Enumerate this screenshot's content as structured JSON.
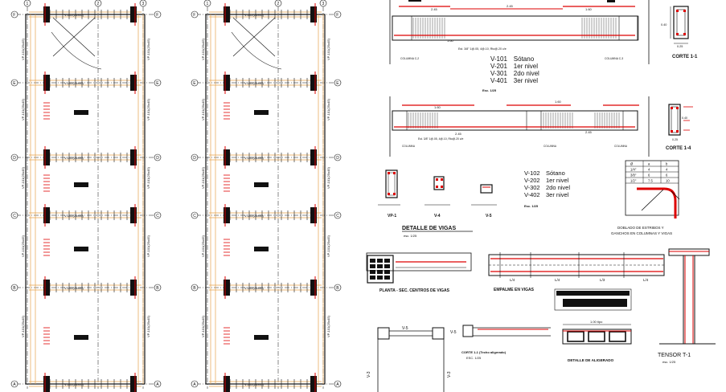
{
  "plan1": {
    "grid_cols": [
      "1",
      "2",
      "3"
    ],
    "grid_rows": [
      "F",
      "E",
      "D",
      "C",
      "B",
      "A"
    ],
    "beam_labels": [
      "V-102(25x40)",
      "V-102(25x40)",
      "V-102(25x40)",
      "V-102(25x40)",
      "V-102(25x40)",
      "V-102(25x40)"
    ],
    "side_labels_left": [
      "VP-101(25x45)",
      "VP-101(25x45)",
      "VP-101(25x45)",
      "VP-101(25x45)",
      "VP-101(25x45)"
    ],
    "side_labels_right": [
      "VP-101(25x45)",
      "VP-101(25x45)",
      "VP-101(25x45)",
      "VP-101(25x45)",
      "VP-101(25x45)"
    ]
  },
  "plan2": {
    "grid_cols": [
      "1",
      "2",
      "3"
    ],
    "grid_rows": [
      "F",
      "E",
      "D",
      "C",
      "B",
      "A"
    ],
    "beam_labels": [
      "V-102(25x40)",
      "V-102(25x40)",
      "V-102(25x40)",
      "V-102(25x40)",
      "V-102(25x40)",
      "V-102(25x40)"
    ],
    "side_labels_left": [
      "VP-101(25x45)",
      "VP-101(25x45)",
      "VP-101(25x45)",
      "VP-101(25x45)",
      "VP-101(25x45)"
    ],
    "side_labels_right": [
      "VP-101(25x45)",
      "VP-101(25x45)",
      "VP-101(25x45)",
      "VP-101(25x45)",
      "VP-101(25x45)"
    ]
  },
  "beam1": {
    "dims": [
      "2.45",
      "2.45",
      "1.60",
      "1.60"
    ],
    "columna_left": "COLUMNA C-2",
    "columna_right": "COLUMNA C-3",
    "stirrups": "Est. 3/8\" 1@.05, 4@.10, Rto@.20 c/e",
    "levels": [
      {
        "code": "V-101",
        "name": "Sótano"
      },
      {
        "code": "V-201",
        "name": "1er nivel"
      },
      {
        "code": "V-301",
        "name": "2do nivel"
      },
      {
        "code": "V-401",
        "name": "3er nivel"
      }
    ],
    "scale": "Esc. 1/25"
  },
  "corte11": {
    "title": "CORTE 1-1",
    "dims": [
      "0.40",
      "0.25"
    ]
  },
  "beam2": {
    "dims": [
      "1.60",
      "1.60",
      "2.45",
      "2.45"
    ],
    "columna_left": "COLUMNA",
    "columna_mid": "COLUMNA",
    "columna_right": "COLUMNA",
    "stirrups": "Est. 3/8\" 1@.05, 4@.10, Rto@.20 c/e",
    "scale": "Esc. 1/25"
  },
  "corte14": {
    "title": "CORTE 1-4",
    "dims": [
      "0.40",
      "0.25"
    ]
  },
  "detalle_vigas": {
    "sections": [
      "VP-1",
      "V-4",
      "V-5"
    ],
    "title": "DETALLE DE VIGAS",
    "scale": "esc. 1/25",
    "levels": [
      {
        "code": "V-102",
        "name": "Sótano"
      },
      {
        "code": "V-202",
        "name": "1er nivel"
      },
      {
        "code": "V-302",
        "name": "2do nivel"
      },
      {
        "code": "V-402",
        "name": "3er nivel"
      }
    ],
    "levels_scale": "Esc. 1/25"
  },
  "doblado": {
    "table_headers": [
      "Ø",
      "a",
      "b"
    ],
    "table_rows": [
      [
        "1/4\"",
        "4",
        "4"
      ],
      [
        "3/8\"",
        "6",
        "6"
      ],
      [
        "1/2\"",
        "7.5",
        "10"
      ]
    ],
    "title_line1": "DOBLADO DE ESTRIBOS Y",
    "title_line2": "GANCHOS EN COLUMNAS Y VIGAS"
  },
  "planta_sec": {
    "label": "PLANTA - SEC. CENTROS DE VIGAS"
  },
  "empalme": {
    "label": "EMPALME EN VIGAS",
    "spans": [
      "L/4",
      "L/4",
      "L/3",
      "L/4"
    ]
  },
  "tensor": {
    "title": "TENSOR T-1",
    "subtitle": "esc. 1/25"
  },
  "bottom": {
    "v5_top": "V-5",
    "v5_mid": "V-5",
    "v3_left": "V-3",
    "v3_right": "V-3",
    "corte": "CORTE 1-1 (Techo aligerado)",
    "corte_scale": "ESC. 1/25",
    "aligerado": "DETALLE DE ALIGERADO",
    "aligerado_dim": "1.00 tipo"
  }
}
